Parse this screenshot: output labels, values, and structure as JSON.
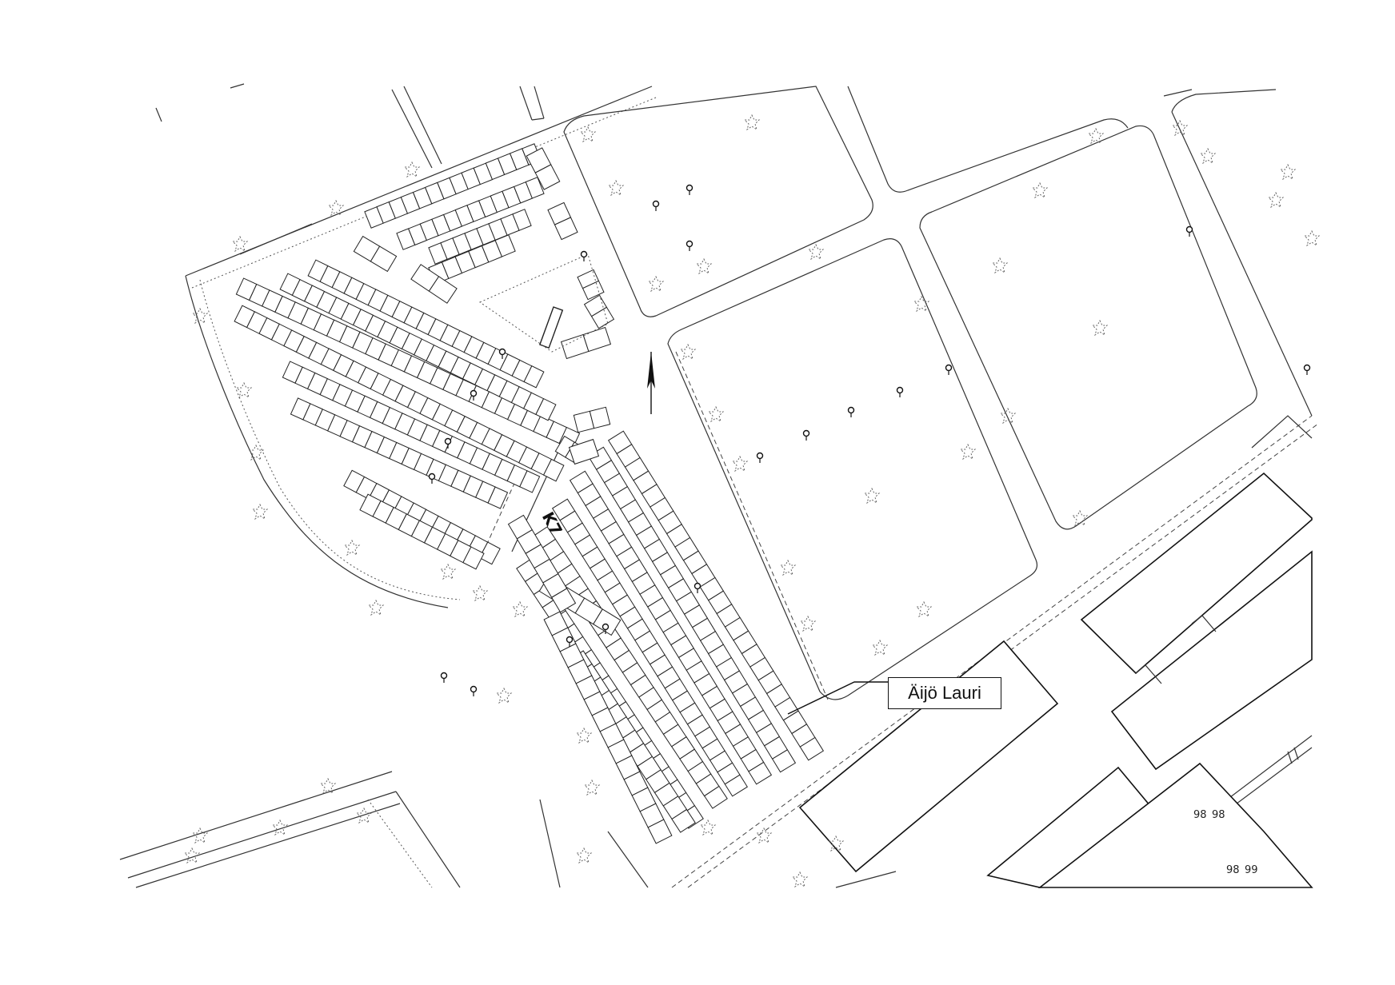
{
  "map": {
    "labels": {
      "grave_name": "Äijö Lauri",
      "section": "K7",
      "ref_a": "98",
      "ref_b": "98",
      "ref_c": "98",
      "ref_d": "99"
    },
    "symbols": {
      "north_arrow": "north-arrow-icon",
      "tree": "tree-icon",
      "lamp": "lamp-post-icon"
    },
    "colors": {
      "ink": "#111111",
      "background": "#ffffff"
    }
  }
}
